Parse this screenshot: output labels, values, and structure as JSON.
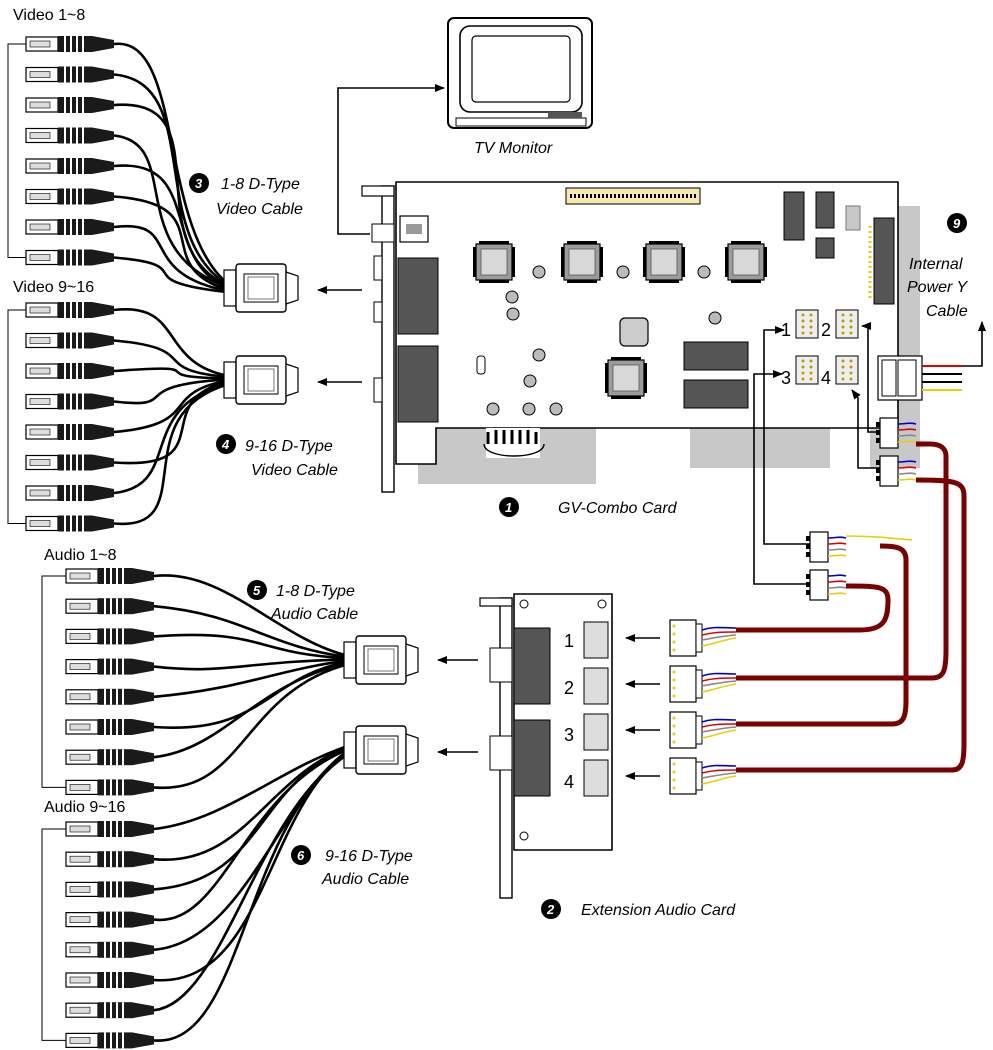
{
  "labels": {
    "video_1_8": "Video 1~8",
    "video_9_16": "Video 9~16",
    "audio_1_8": "Audio 1~8",
    "audio_9_16": "Audio 9~16",
    "tv_monitor": "TV Monitor",
    "cable3_line1": "1-8 D-Type",
    "cable3_line2": "Video Cable",
    "cable4_line1": "9-16 D-Type",
    "cable4_line2": "Video Cable",
    "cable5_line1": "1-8 D-Type",
    "cable5_line2": "Audio Cable",
    "cable6_line1": "9-16 D-Type",
    "cable6_line2": "Audio Cable",
    "combo_card": "GV-Combo Card",
    "audio_card": "Extension Audio Card",
    "power_line1": "Internal",
    "power_line2": "Power Y",
    "power_line3": "Cable"
  },
  "badges": {
    "b1": "1",
    "b2": "2",
    "b3": "3",
    "b4": "4",
    "b5": "5",
    "b6": "6",
    "b9": "9"
  },
  "connector_numbers": {
    "main_1": "1",
    "main_2": "2",
    "main_3": "3",
    "main_4": "4",
    "ext_1": "1",
    "ext_2": "2",
    "ext_3": "3",
    "ext_4": "4"
  },
  "colors": {
    "cable_ribbon": "#7a0000",
    "card_grey": "#c8c8c8",
    "wire_blue": "#0000cc",
    "wire_red": "#dd0000",
    "wire_yellow": "#e8d000"
  }
}
